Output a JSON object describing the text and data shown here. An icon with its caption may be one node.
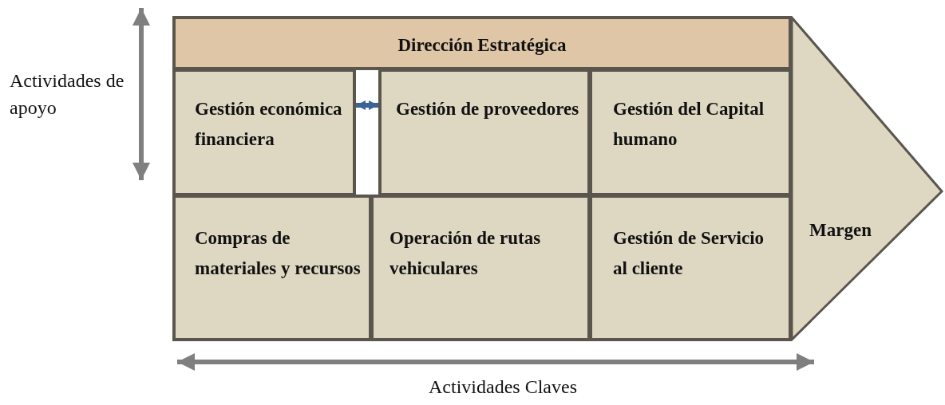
{
  "diagram": {
    "nodes": [
      {
        "text": [
          "Dirección Estratégica"
        ]
      },
      {
        "text": [
          "Gestión económica financiera"
        ]
      },
      {
        "text": [
          "Gestión de proveedores"
        ]
      },
      {
        "text": [
          "Gestión del Capital humano"
        ]
      },
      {
        "text": [
          "Compras de materiales y recursos"
        ]
      },
      {
        "text": [
          "Operación de rutas vehiculares"
        ]
      },
      {
        "text": [
          "Gestión de Servicio al cliente"
        ]
      },
      {
        "text": [
          "Margen"
        ]
      }
    ],
    "edges": [
      {
        "from": 1,
        "to": 2,
        "arrow": "both",
        "color": "#3b6496"
      }
    ],
    "labels": [
      "Actividades de apoyo",
      "Actividades Claves"
    ]
  }
}
